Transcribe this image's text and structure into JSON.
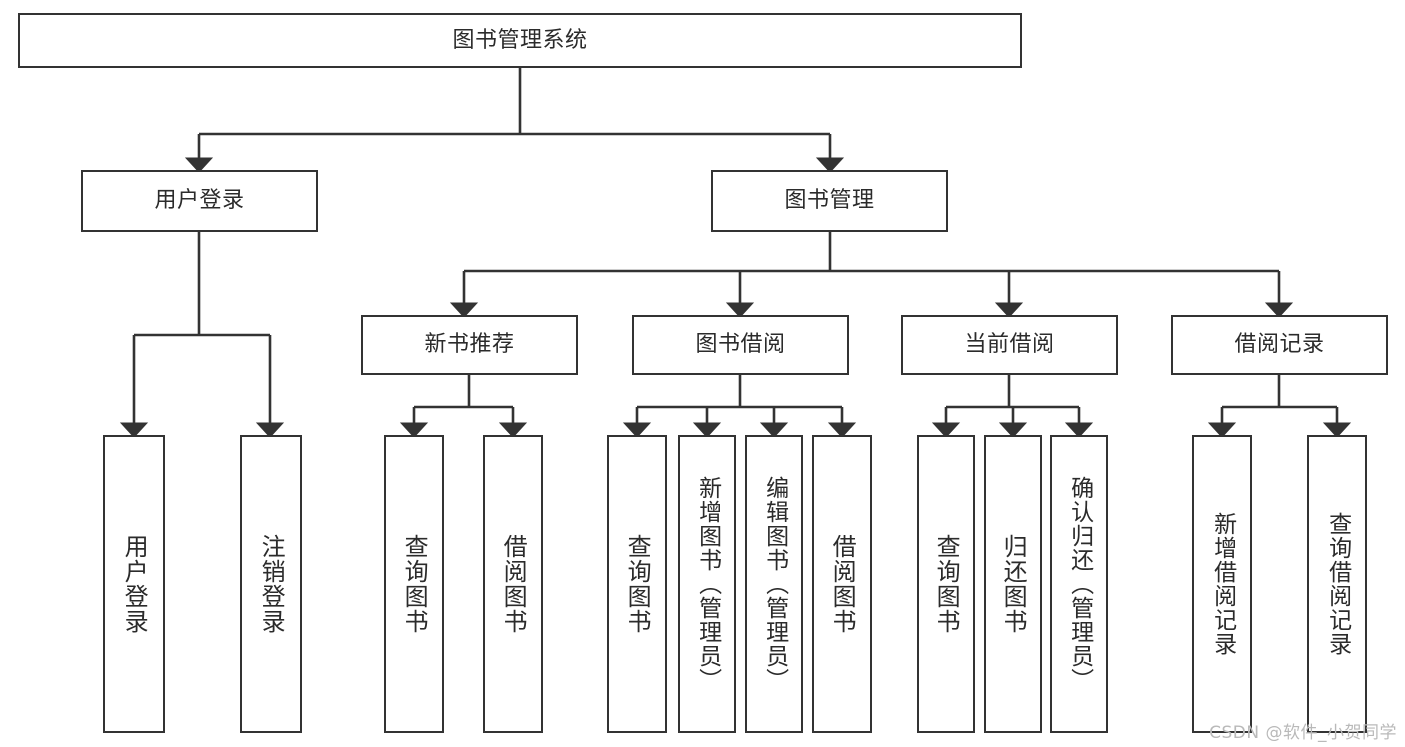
{
  "diagram": {
    "title": "图书管理系统",
    "type": "tree",
    "root": {
      "id": "root",
      "label": "图书管理系统"
    },
    "level2": [
      {
        "id": "user-login",
        "label": "用户登录"
      },
      {
        "id": "book-manage",
        "label": "图书管理"
      }
    ],
    "level3": [
      {
        "id": "new-book-recommend",
        "label": "新书推荐",
        "parent": "book-manage"
      },
      {
        "id": "book-borrow",
        "label": "图书借阅",
        "parent": "book-manage"
      },
      {
        "id": "current-borrow",
        "label": "当前借阅",
        "parent": "book-manage"
      },
      {
        "id": "borrow-record",
        "label": "借阅记录",
        "parent": "book-manage"
      }
    ],
    "leaves": [
      {
        "id": "leaf-user-login",
        "label": "用户登录",
        "parent": "user-login"
      },
      {
        "id": "leaf-user-logout",
        "label": "注销登录",
        "parent": "user-login"
      },
      {
        "id": "leaf-query-book-1",
        "label": "查询图书",
        "parent": "new-book-recommend"
      },
      {
        "id": "leaf-borrow-book-1",
        "label": "借阅图书",
        "parent": "new-book-recommend"
      },
      {
        "id": "leaf-query-book-2",
        "label": "查询图书",
        "parent": "book-borrow"
      },
      {
        "id": "leaf-add-book",
        "label": "新增图书（管理员）",
        "parent": "book-borrow"
      },
      {
        "id": "leaf-edit-book",
        "label": "编辑图书（管理员）",
        "parent": "book-borrow"
      },
      {
        "id": "leaf-borrow-book-2",
        "label": "借阅图书",
        "parent": "book-borrow"
      },
      {
        "id": "leaf-query-book-3",
        "label": "查询图书",
        "parent": "current-borrow"
      },
      {
        "id": "leaf-return-book",
        "label": "归还图书",
        "parent": "current-borrow"
      },
      {
        "id": "leaf-confirm-return",
        "label": "确认归还（管理员）",
        "parent": "current-borrow"
      },
      {
        "id": "leaf-add-record",
        "label": "新增借阅记录",
        "parent": "borrow-record"
      },
      {
        "id": "leaf-query-record",
        "label": "查询借阅记录",
        "parent": "borrow-record"
      }
    ],
    "colors": {
      "stroke": "#333333",
      "box_fill": "#ffffff",
      "text": "#2b2b2b",
      "watermark": "#b9b9b9"
    }
  },
  "watermark": {
    "text": "CSDN @软件_小贺同学"
  }
}
